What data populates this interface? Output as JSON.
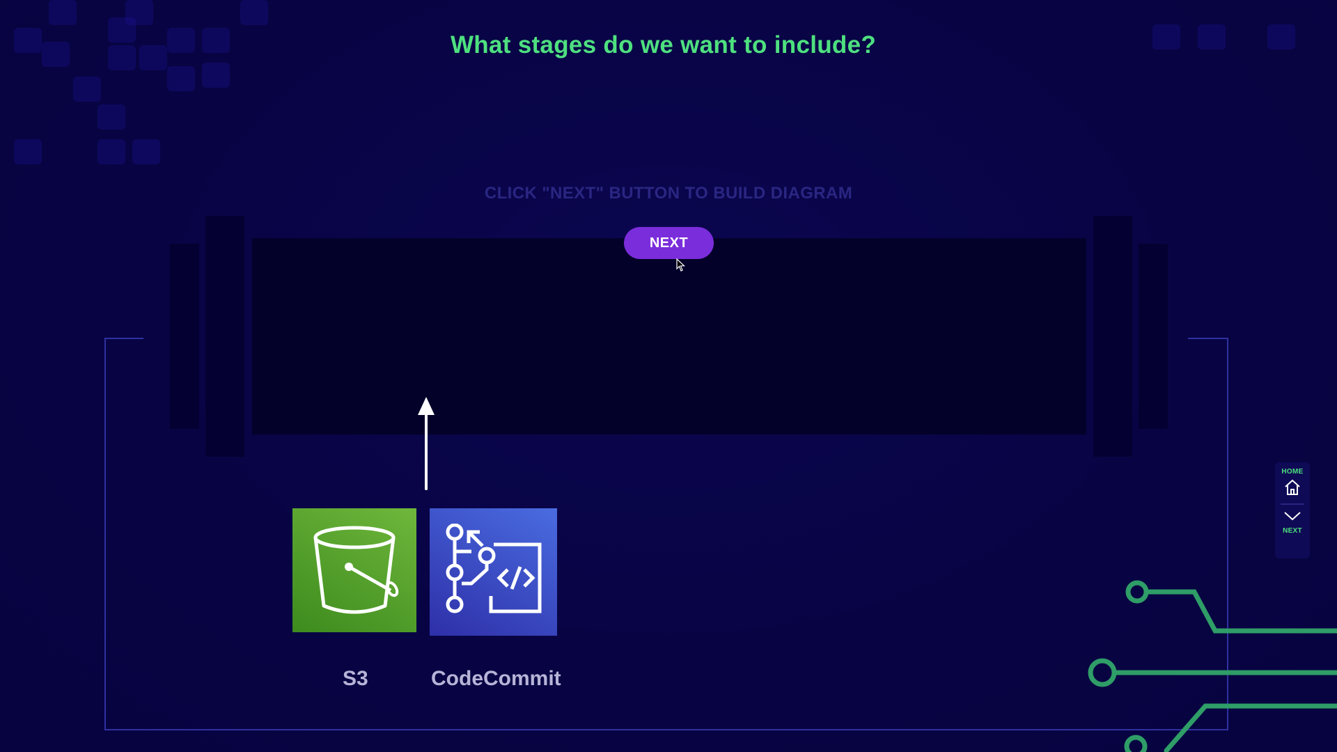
{
  "header": {
    "title": "What stages do we want to include?"
  },
  "instruction": "CLICK \"NEXT\" BUTTON TO BUILD DIAGRAM",
  "controls": {
    "next_button_label": "NEXT"
  },
  "services": [
    {
      "label": "S3",
      "icon": "s3-bucket-icon",
      "color": "#5fa82f"
    },
    {
      "label": "CodeCommit",
      "icon": "codecommit-icon",
      "color": "#3d4fcf"
    }
  ],
  "side_nav": {
    "home_label": "HOME",
    "next_label": "NEXT",
    "home_icon": "home-icon",
    "next_icon": "chevron-down-icon"
  },
  "colors": {
    "accent_green": "#4ee07f",
    "button_purple": "#7a2ddb",
    "background": "#080444"
  }
}
